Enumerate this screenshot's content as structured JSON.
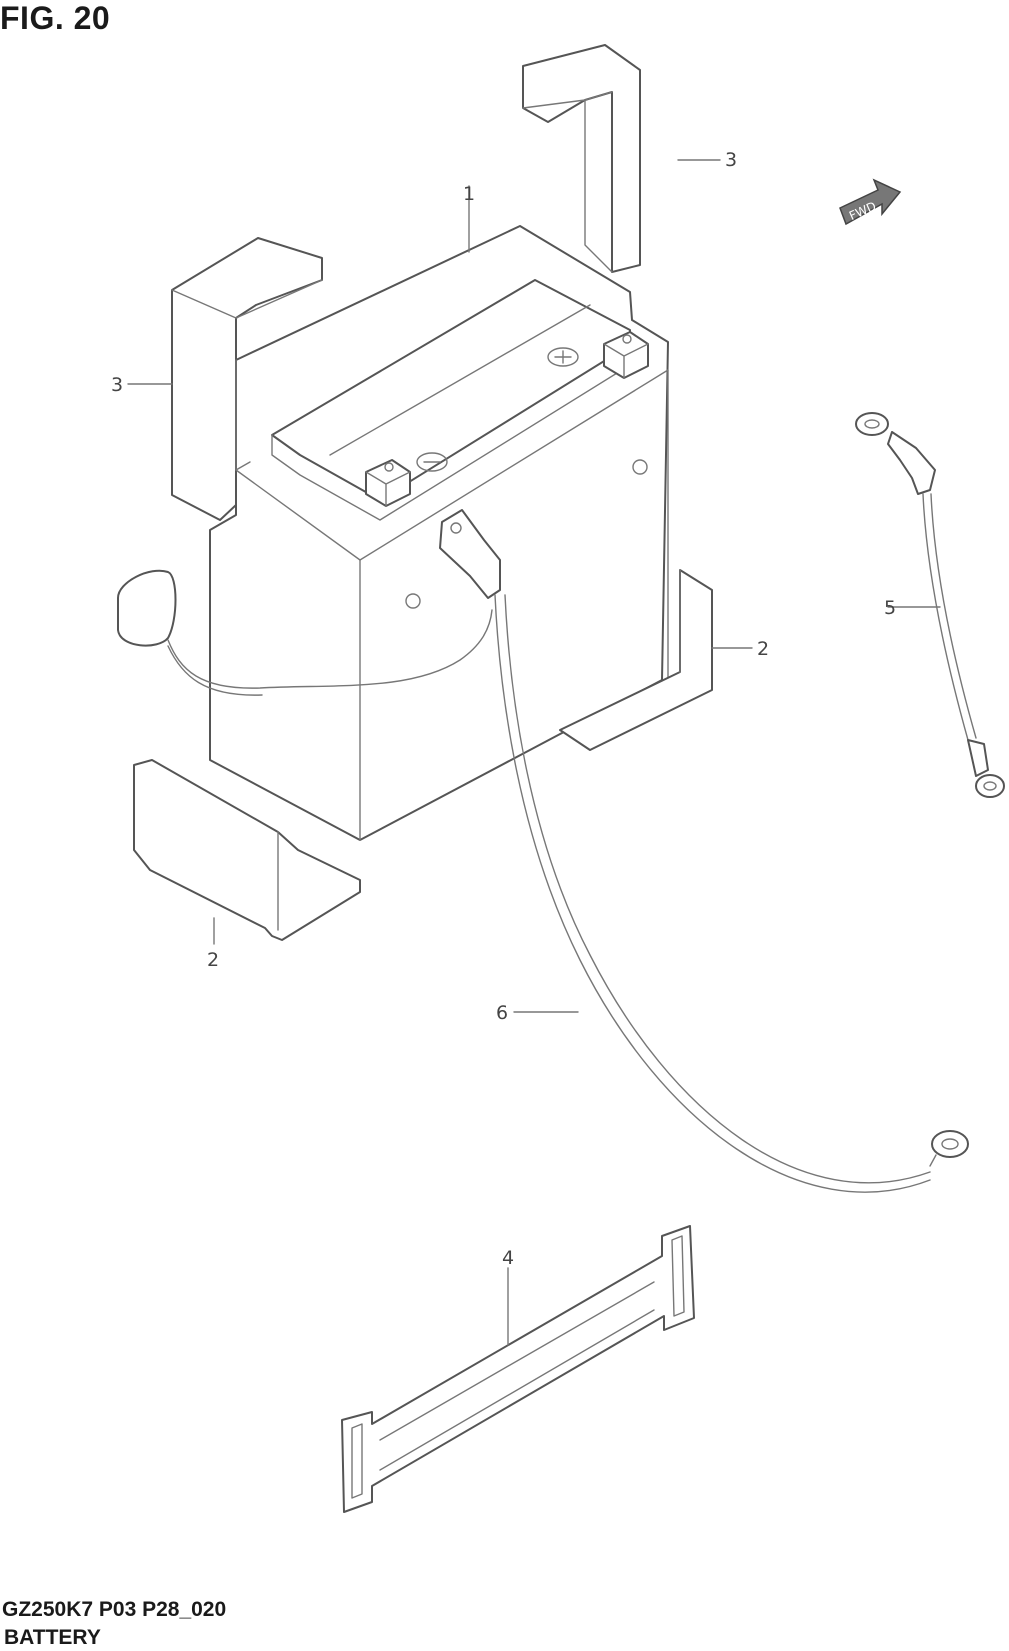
{
  "figure": {
    "title": "FIG. 20",
    "code": "GZ250K7 P03 P28_020",
    "caption": "BATTERY"
  },
  "direction_marker": {
    "label": "FWD",
    "icon": "fwd-arrow-icon"
  },
  "callouts": {
    "battery": "1",
    "pad_right": "2",
    "pad_bottom": "2",
    "pad_top": "3",
    "pad_left": "3",
    "band": "4",
    "lead_short": "5",
    "lead_long": "6"
  },
  "colors": {
    "line": "#555555",
    "background": "#ffffff"
  }
}
